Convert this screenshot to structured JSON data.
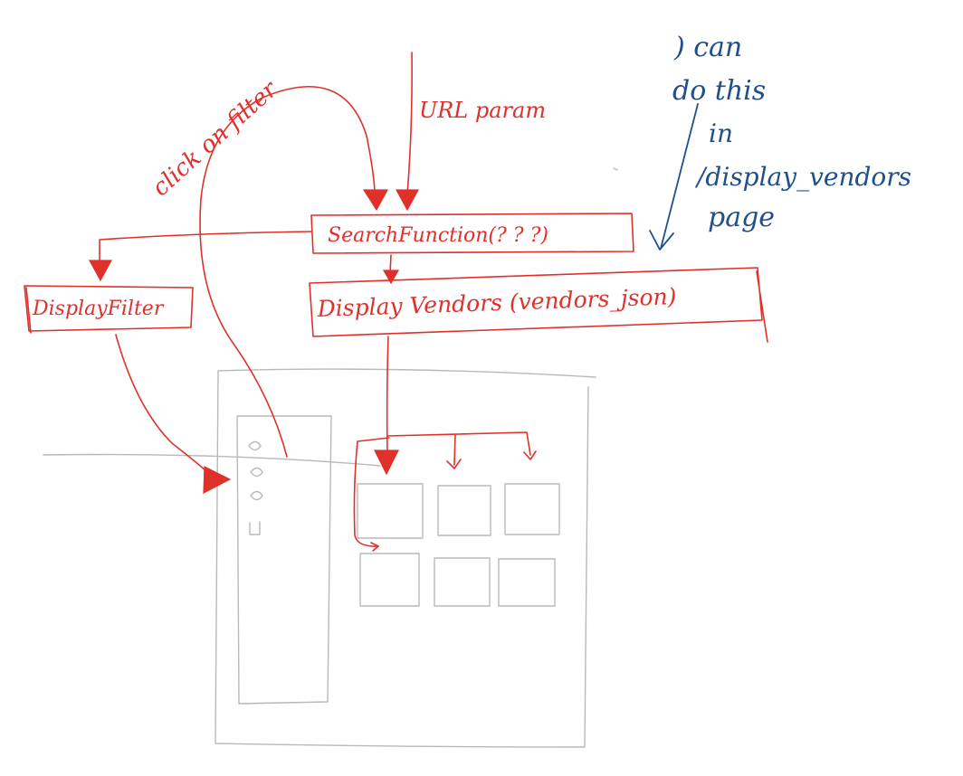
{
  "boxes": {
    "search_function": "SearchFunction(? ? ?)",
    "display_vendors": "Display Vendors (vendors_json)",
    "display_filter": "DisplayFilter"
  },
  "annotations": {
    "click_on_filter": "click on filter",
    "url_param": "URL param"
  },
  "note": {
    "line1": ") can",
    "line2": "do this",
    "line3": "in",
    "line4": "/display_vendors",
    "line5": "page"
  },
  "colors": {
    "red_ink": "#e0302c",
    "blue_ink": "#1f4f8c",
    "pencil": "#b9b9b9"
  }
}
